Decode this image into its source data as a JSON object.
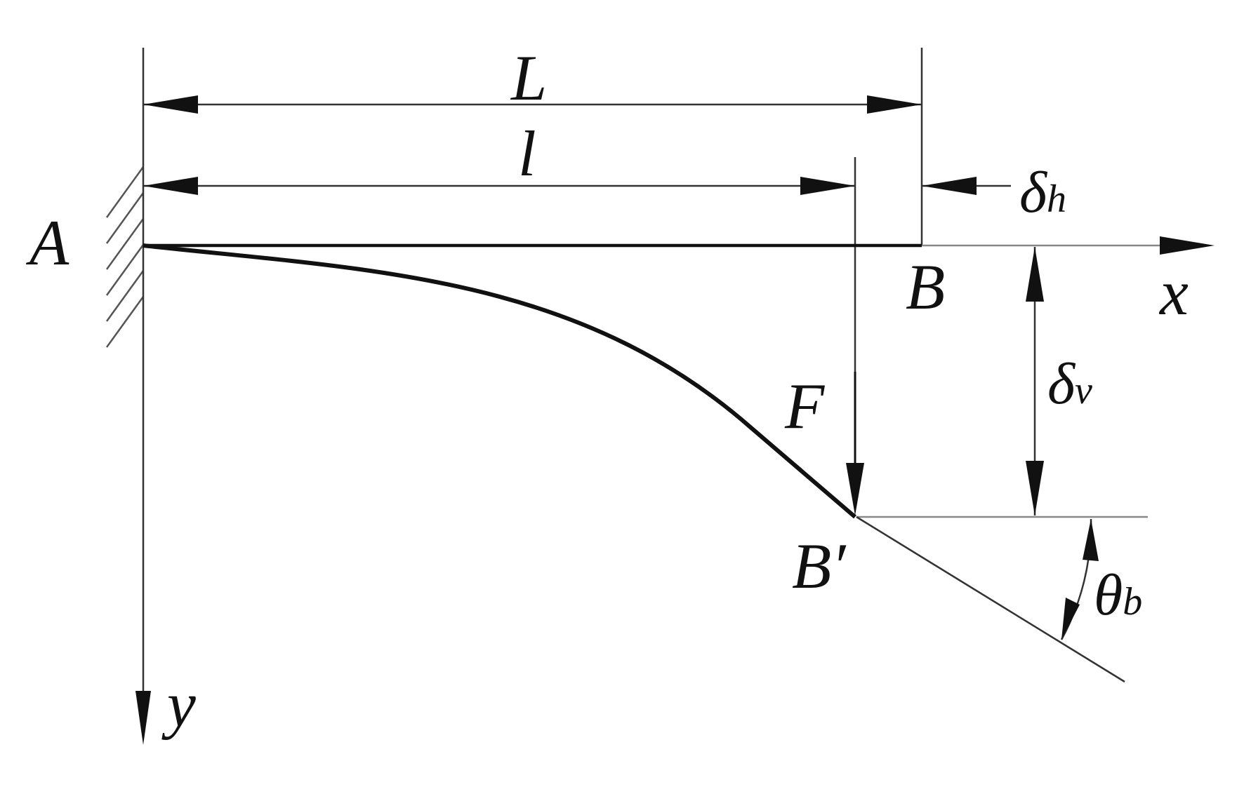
{
  "diagram": {
    "labels": {
      "point_a": "A",
      "point_b": "B",
      "point_b_prime": "B′",
      "length_total": "L",
      "length_projected": "l",
      "force": "F",
      "axis_x": "x",
      "axis_y": "y",
      "delta_h_symbol": "δ",
      "delta_h_sub": "h",
      "delta_v_symbol": "δ",
      "delta_v_sub": "v",
      "theta_symbol": "θ",
      "theta_sub": "b"
    },
    "colors": {
      "ink": "#111111",
      "thin_line": "#333333",
      "light_line": "#888888"
    }
  }
}
